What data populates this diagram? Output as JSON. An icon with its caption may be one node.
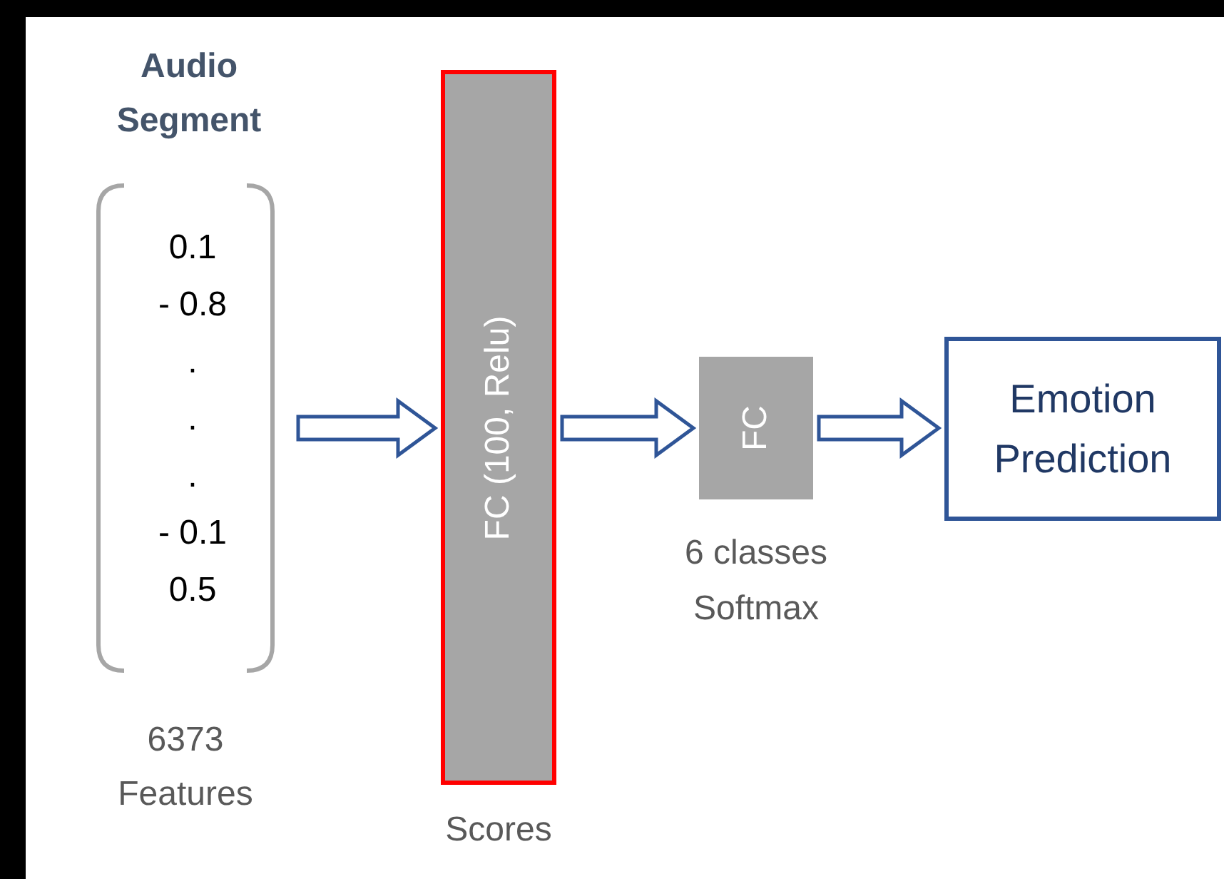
{
  "diagram": {
    "nodes": [
      {
        "text": [
          "Audio Segment",
          "0.1",
          "- 0.8",
          ".",
          ".",
          ".",
          "- 0.1",
          "0.5"
        ],
        "beside": [
          "6373 Features"
        ]
      },
      {
        "text": [
          "FC (100, Relu)"
        ],
        "beside": [
          "Scores"
        ]
      },
      {
        "text": [
          "FC"
        ],
        "beside": [
          "6 classes Softmax"
        ]
      },
      {
        "text": [
          "Emotion Prediction"
        ]
      }
    ],
    "edges": [
      {
        "from": 0,
        "to": 1,
        "arrow": "to"
      },
      {
        "from": 1,
        "to": 2,
        "arrow": "to"
      },
      {
        "from": 2,
        "to": 3,
        "arrow": "to"
      }
    ]
  }
}
